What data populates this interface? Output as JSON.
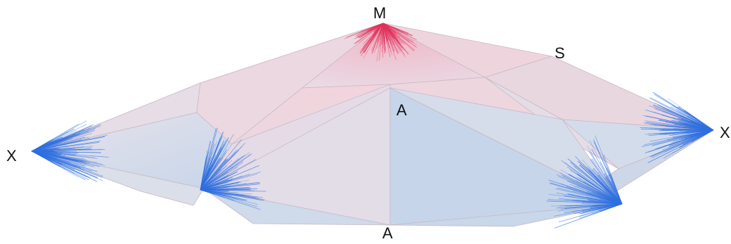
{
  "colors": {
    "pink_tint": "#efd3db",
    "pink_strong": "#e0a6b6",
    "blue_tint": "#cddbeb",
    "blue_strong": "#b9cfe7",
    "lavender": "#e2dbe6",
    "edge": "#b8a8b4",
    "ray_red": "#e0305a",
    "ray_blue": "#2f6fe0"
  },
  "labels": {
    "m": "M",
    "s": "S",
    "a_upper": "A",
    "a_lower": "A",
    "x_left": "X",
    "x_right": "X"
  }
}
